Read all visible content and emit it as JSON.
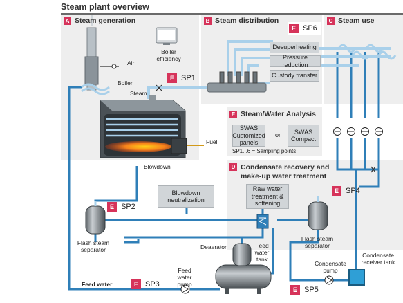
{
  "title": "Steam plant overview",
  "colors": {
    "accent": "#d6335a",
    "pipe": "#2f7fb8",
    "pipe_light": "#a9d0ea",
    "panel": "#eeeeee",
    "box": "#d1d5d8"
  },
  "sections": {
    "a": {
      "letter": "A",
      "title": "Steam generation"
    },
    "b": {
      "letter": "B",
      "title": "Steam distribution"
    },
    "c": {
      "letter": "C",
      "title": "Steam use"
    },
    "e": {
      "letter": "E",
      "title": "Steam/Water Analysis"
    },
    "d": {
      "letter": "D",
      "title": "Condensate recovery and",
      "title2": "make-up water treatment"
    }
  },
  "sampling_points": {
    "sp1": {
      "badge": "E",
      "label": "SP1"
    },
    "sp2": {
      "badge": "E",
      "label": "SP2"
    },
    "sp3": {
      "badge": "E",
      "label": "SP3"
    },
    "sp4": {
      "badge": "E",
      "label": "SP4"
    },
    "sp5": {
      "badge": "E",
      "label": "SP5"
    },
    "sp6": {
      "badge": "E",
      "label": "SP6"
    }
  },
  "labels": {
    "air": "Air",
    "boiler": "Boiler",
    "steam": "Steam",
    "boiler_efficiency_1": "Boiler",
    "boiler_efficiency_2": "efficiency",
    "fuel": "Fuel",
    "blowdown": "Blowdown",
    "flash_left_1": "Flash steam",
    "flash_left_2": "separator",
    "flash_right_1": "Flash steam",
    "flash_right_2": "separator",
    "deaerator": "Deaerator",
    "feed_tank_1": "Feed",
    "feed_tank_2": "water",
    "feed_tank_3": "tank",
    "feed_pump_1": "Feed",
    "feed_pump_2": "water",
    "feed_pump_3": "pump",
    "feed_water": "Feed water",
    "cond_pump_1": "Condensate",
    "cond_pump_2": "pump",
    "cond_tank_1": "Condensate",
    "cond_tank_2": "receiver tank",
    "sampling_note": "SP1...6 = Sampling points",
    "or": "or"
  },
  "boxes": {
    "desuperheating": "Desuperheating",
    "pressure_reduction": "Pressure reduction",
    "custody_transfer": "Custody transfer",
    "swas_custom_1": "SWAS",
    "swas_custom_2": "Customized",
    "swas_custom_3": "panels",
    "swas_compact_1": "SWAS",
    "swas_compact_2": "Compact",
    "blowdown_neut_1": "Blowdown",
    "blowdown_neut_2": "neutralization",
    "raw_water_1": "Raw water",
    "raw_water_2": "treatment &",
    "raw_water_3": "softening"
  }
}
